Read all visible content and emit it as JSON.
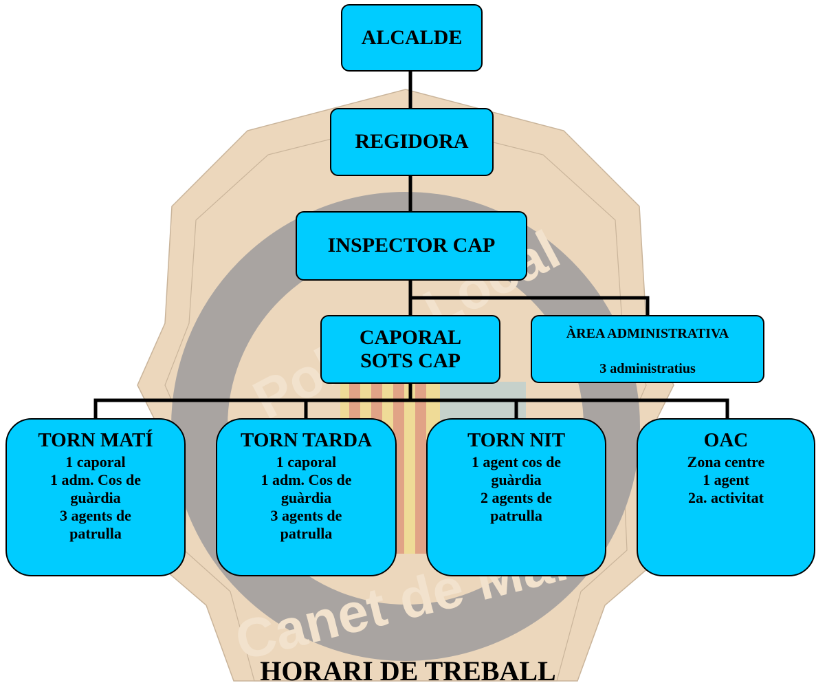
{
  "nodes": {
    "alcalde": {
      "title": "ALCALDE"
    },
    "regidora": {
      "title": "REGIDORA"
    },
    "inspector": {
      "title": "INSPECTOR CAP"
    },
    "caporal": {
      "line1": "CAPORAL",
      "line2": "SOTS CAP"
    },
    "area_admin": {
      "title": "ÀREA ADMINISTRATIVA",
      "detail": "3 administratius"
    },
    "torn_mati": {
      "title": "TORN MATÍ",
      "lines": [
        "1 caporal",
        "1 adm. Cos de",
        "guàrdia",
        "3 agents de",
        "patrulla"
      ]
    },
    "torn_tarda": {
      "title": "TORN TARDA",
      "lines": [
        "1 caporal",
        "1 adm. Cos de",
        "guàrdia",
        "3 agents de",
        "patrulla"
      ]
    },
    "torn_nit": {
      "title": "TORN NIT",
      "lines": [
        "1 agent cos de",
        "guàrdia",
        "2 agents de",
        "patrulla"
      ]
    },
    "oac": {
      "title": "OAC",
      "lines": [
        "Zona centre",
        "1 agent",
        "2a. activitat"
      ]
    }
  },
  "watermark": {
    "top_text": "Policia Local",
    "bottom_text": "Canet de Mar"
  },
  "footer": "HORARI DE TREBALL",
  "colors": {
    "box_fill": "#00ccff",
    "connector": "#000000",
    "badge": "#e9d3b6",
    "ring": "#a8a3a0"
  }
}
